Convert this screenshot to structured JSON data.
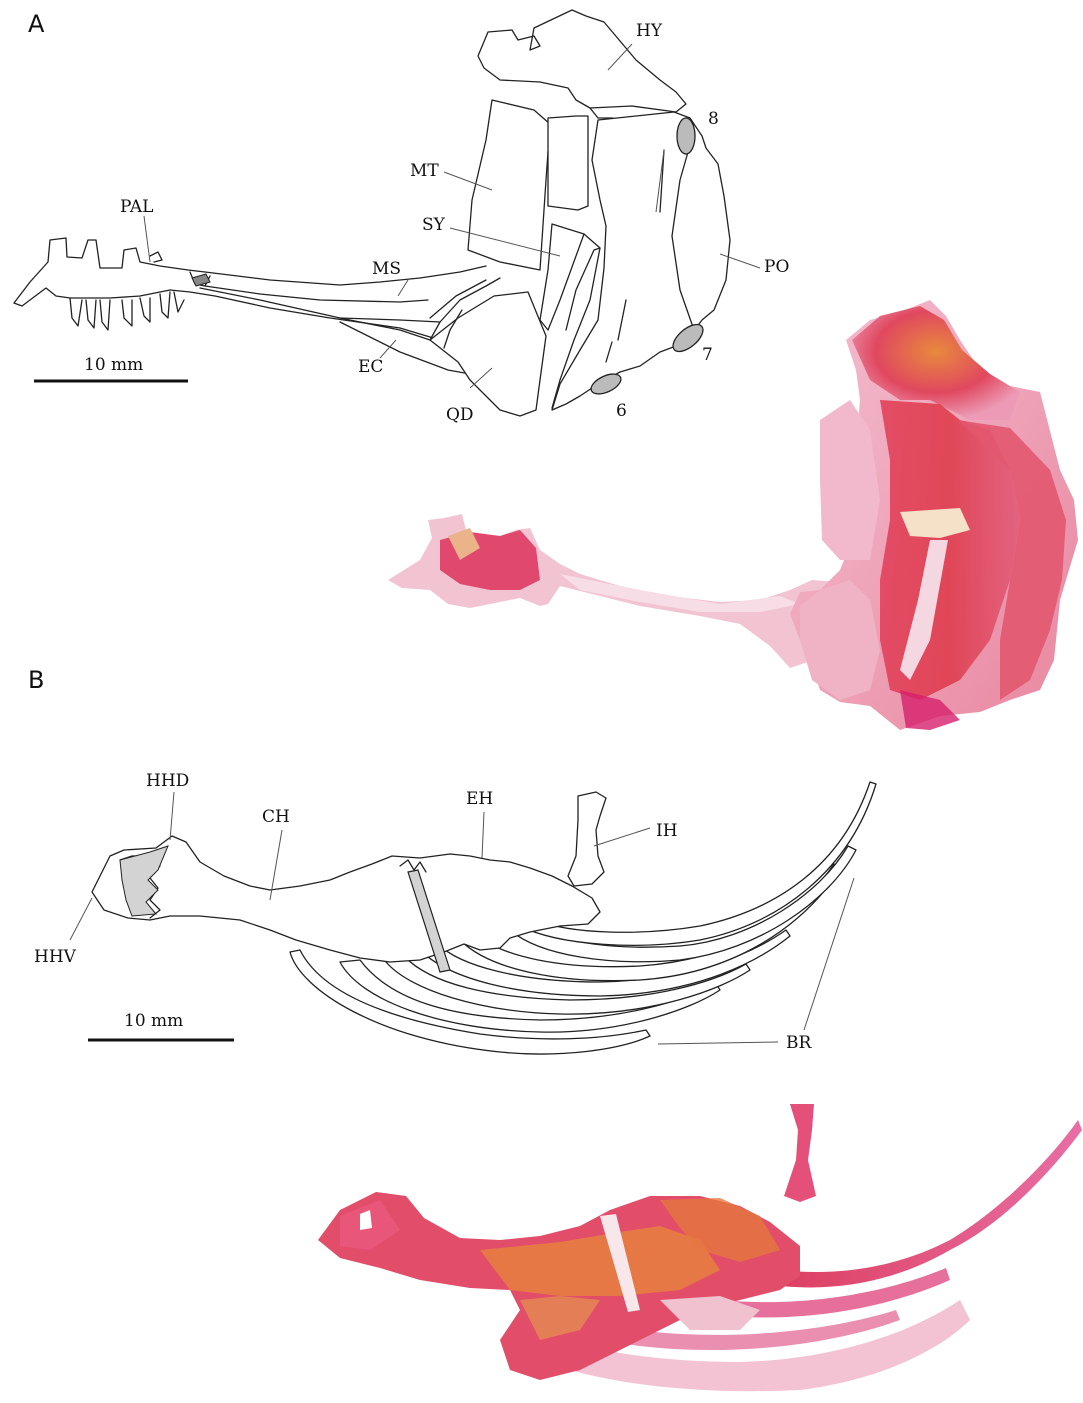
{
  "panels": [
    {
      "letter": "A",
      "labels": {
        "hy": "HY",
        "mt": "MT",
        "sy": "SY",
        "pal": "PAL",
        "ms": "MS",
        "ec": "EC",
        "qd": "QD",
        "po": "PO",
        "n8": "8",
        "n7": "7",
        "n6": "6"
      },
      "scale_label": "10 mm"
    },
    {
      "letter": "B",
      "labels": {
        "hhd": "HHD",
        "ch": "CH",
        "eh": "EH",
        "ih": "IH",
        "hhv": "HHV",
        "br": "BR"
      },
      "scale_label": "10 mm"
    }
  ],
  "colors": {
    "line": "#222222",
    "stain_light": "#f2b6c9",
    "stain_mid": "#e45a86",
    "stain_deep": "#d9334f",
    "stain_orange": "#e67a3c",
    "cartilage_gray": "#d3d3d3"
  }
}
